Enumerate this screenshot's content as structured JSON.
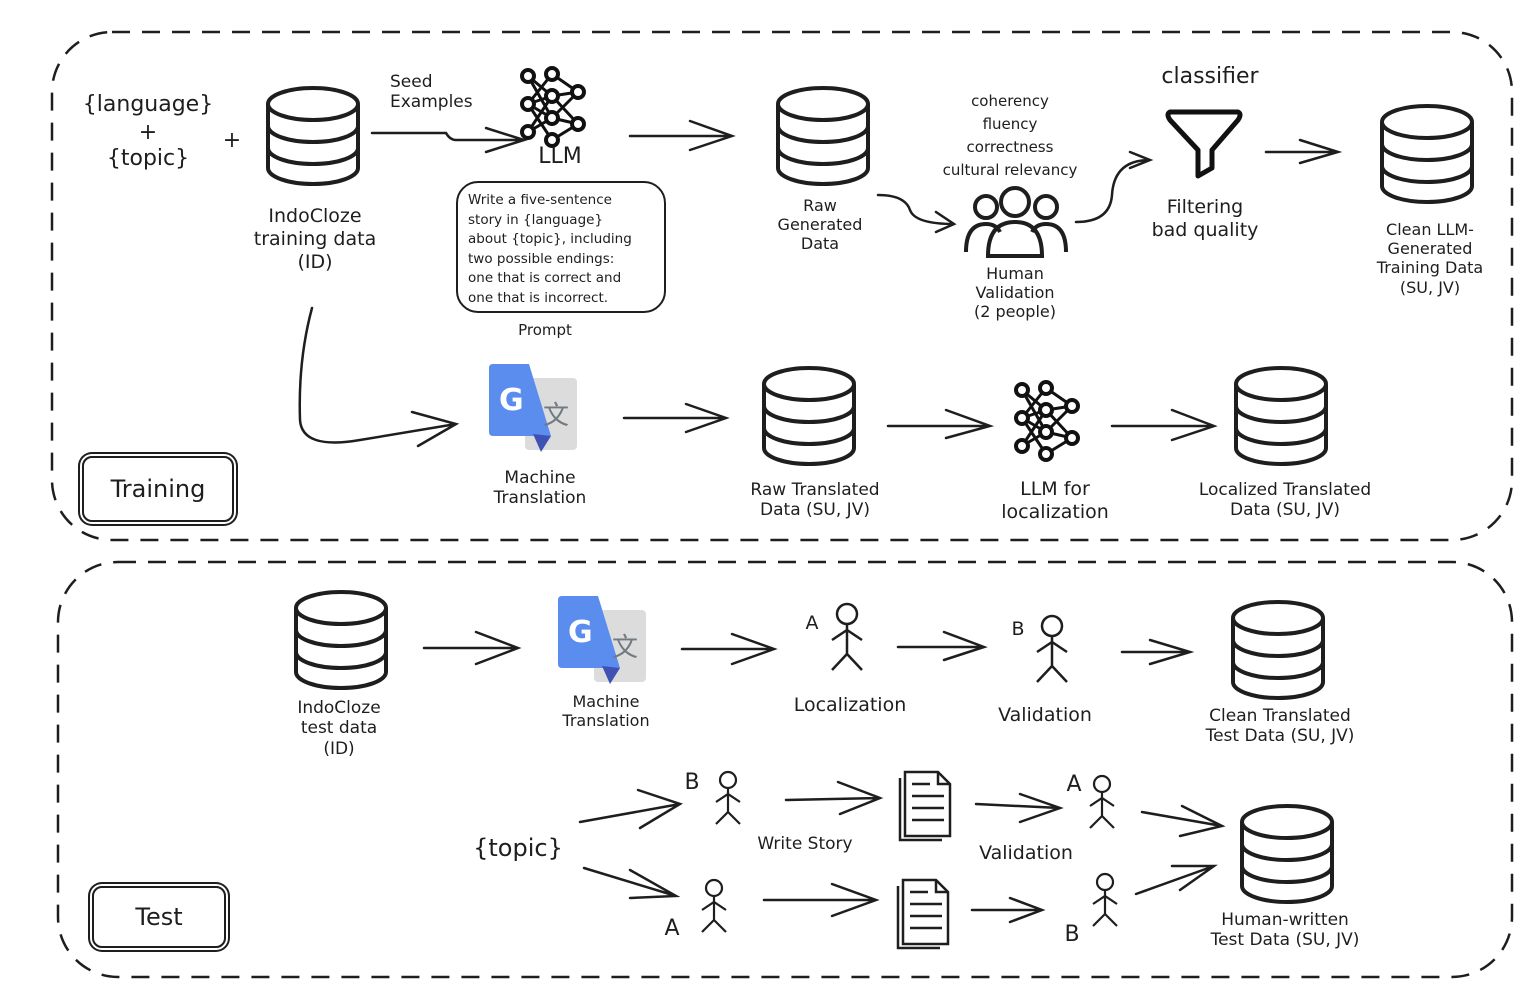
{
  "diagram": {
    "training": {
      "section_label": "Training",
      "inputs": {
        "language": "{language}",
        "plus1": "+",
        "topic": "{topic}",
        "plus2": "+"
      },
      "indocloze_train": "IndoCloze\ntraining data\n(ID)",
      "seed_examples": "Seed\nExamples",
      "llm": "LLM",
      "prompt_text": "Write a five-sentence\nstory in {language}\nabout {topic}, including\ntwo possible endings:\none that is correct and\none that is incorrect.",
      "prompt_label": "Prompt",
      "raw_generated": "Raw\nGenerated\nData",
      "criteria": [
        "coherency",
        "fluency",
        "correctness",
        "cultural relevancy"
      ],
      "human_validation": "Human\nValidation\n(2 people)",
      "classifier": "classifier",
      "filtering": "Filtering\nbad quality",
      "clean_llm": "Clean LLM-\nGenerated\nTraining Data\n(SU, JV)",
      "machine_translation": "Machine\nTranslation",
      "raw_translated": "Raw Translated\nData (SU, JV)",
      "llm_localization": "LLM for\nlocalization",
      "localized_translated": "Localized Translated\nData (SU, JV)"
    },
    "test": {
      "section_label": "Test",
      "indocloze_test": "IndoCloze\ntest data\n(ID)",
      "machine_translation": "Machine\nTranslation",
      "annotator_a": "A",
      "annotator_b": "B",
      "localization": "Localization",
      "validation": "Validation",
      "clean_translated": "Clean Translated\nTest Data (SU, JV)",
      "topic": "{topic}",
      "write_story": "Write Story",
      "validation2": "Validation",
      "human_written": "Human-written\nTest Data (SU, JV)"
    }
  }
}
